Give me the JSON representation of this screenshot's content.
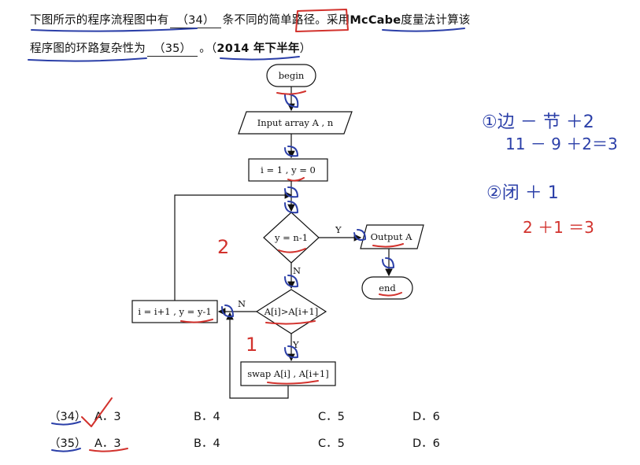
{
  "question": {
    "line1_part1": "下图所示的程序流程图中有",
    "blank34": "（34）",
    "line1_part2": "条不同的",
    "highlight": "简单路径",
    "line1_part3": "。采用",
    "mccabe": "McCabe",
    "line1_part4": "度量法计算该",
    "line2_part1": "程序图的环路复杂性为",
    "blank35": "（35）",
    "line2_part2": "。（",
    "year": "2014 年下半年",
    "line2_part3": "）"
  },
  "flowchart": {
    "begin": "begin",
    "input": "Input array A , n",
    "init": "i = 1 , y = 0",
    "decision1": "y = n-1",
    "output": "Output A",
    "end": "end",
    "decision2": "A[i]>A[i+1]",
    "increment": "i = i+1 , y = y-1",
    "swap": "swap A[i] , A[i+1]",
    "label_y1": "Y",
    "label_n1": "N",
    "label_n2": "N",
    "label_y2": "Y"
  },
  "options": {
    "q34": {
      "num": "（34）",
      "a": "A．3",
      "b": "B．4",
      "c": "C．5",
      "d": "D．6"
    },
    "q35": {
      "num": "（35）",
      "a": "A．3",
      "b": "B．4",
      "c": "C．5",
      "d": "D．6"
    }
  },
  "annotations": {
    "note1_line1": "①边 － 节 ＋2",
    "note1_line2": "11 － 9 ＋2＝3",
    "note2_line1": "②闭 ＋ 1",
    "note2_line2": "2 ＋1 ＝3",
    "region_2": "2",
    "region_1": "1"
  }
}
